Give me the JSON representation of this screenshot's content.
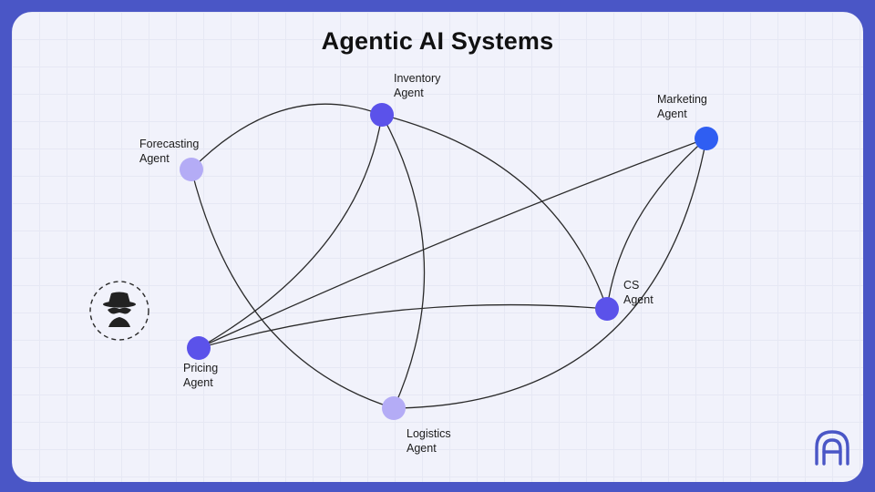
{
  "title": "Agentic AI Systems",
  "colors": {
    "frame": "#4a56c6",
    "background": "#f1f2fb",
    "node_dark": "#5b52ea",
    "node_light": "#b4acf6",
    "node_blue": "#2f5ef2"
  },
  "nodes": [
    {
      "id": "inventory",
      "line1": "Inventory",
      "line2": "Agent",
      "color": "#5b52ea"
    },
    {
      "id": "forecasting",
      "line1": "Forecasting",
      "line2": "Agent",
      "color": "#b4acf6"
    },
    {
      "id": "marketing",
      "line1": "Marketing",
      "line2": "Agent",
      "color": "#2f5ef2"
    },
    {
      "id": "cs",
      "line1": "CS",
      "line2": "Agent",
      "color": "#5b52ea"
    },
    {
      "id": "pricing",
      "line1": "Pricing",
      "line2": "Agent",
      "color": "#5b52ea"
    },
    {
      "id": "logistics",
      "line1": "Logistics",
      "line2": "Agent",
      "color": "#b4acf6"
    }
  ],
  "edges": [
    [
      "forecasting",
      "inventory"
    ],
    [
      "forecasting",
      "logistics"
    ],
    [
      "inventory",
      "pricing"
    ],
    [
      "inventory",
      "logistics"
    ],
    [
      "inventory",
      "cs"
    ],
    [
      "pricing",
      "marketing"
    ],
    [
      "pricing",
      "cs"
    ],
    [
      "cs",
      "marketing"
    ],
    [
      "logistics",
      "marketing"
    ]
  ],
  "icons": {
    "spy": "spy-icon",
    "logo": "brand-logo-icon"
  }
}
